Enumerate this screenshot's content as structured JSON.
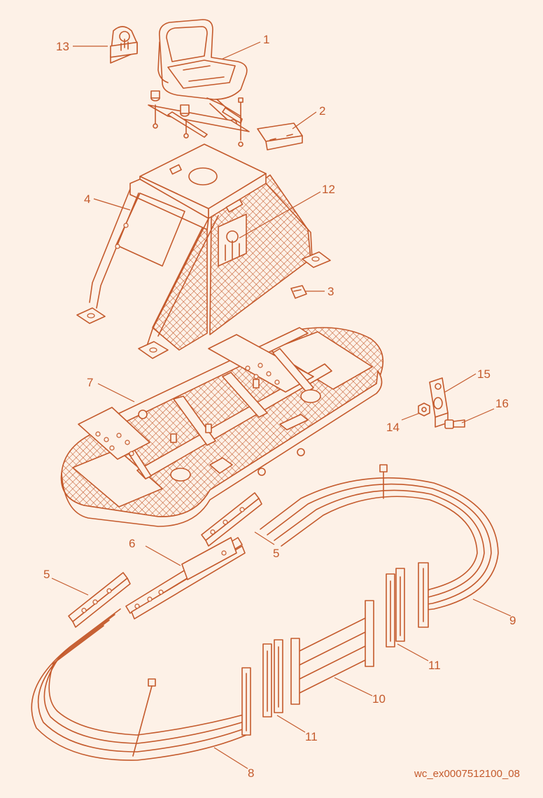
{
  "colors": {
    "line": "#c45a2c",
    "background": "#fdf1e7"
  },
  "callouts": [
    {
      "id": "c1",
      "text": "1"
    },
    {
      "id": "c2",
      "text": "2"
    },
    {
      "id": "c3",
      "text": "3"
    },
    {
      "id": "c4",
      "text": "4"
    },
    {
      "id": "c5a",
      "text": "5"
    },
    {
      "id": "c5b",
      "text": "5"
    },
    {
      "id": "c6",
      "text": "6"
    },
    {
      "id": "c7",
      "text": "7"
    },
    {
      "id": "c8",
      "text": "8"
    },
    {
      "id": "c9",
      "text": "9"
    },
    {
      "id": "c10",
      "text": "10"
    },
    {
      "id": "c11a",
      "text": "11"
    },
    {
      "id": "c11b",
      "text": "11"
    },
    {
      "id": "c12",
      "text": "12"
    },
    {
      "id": "c13",
      "text": "13"
    },
    {
      "id": "c14",
      "text": "14"
    },
    {
      "id": "c15",
      "text": "15"
    },
    {
      "id": "c16",
      "text": "16"
    }
  ],
  "reference_code": "wc_ex0007512100_08"
}
